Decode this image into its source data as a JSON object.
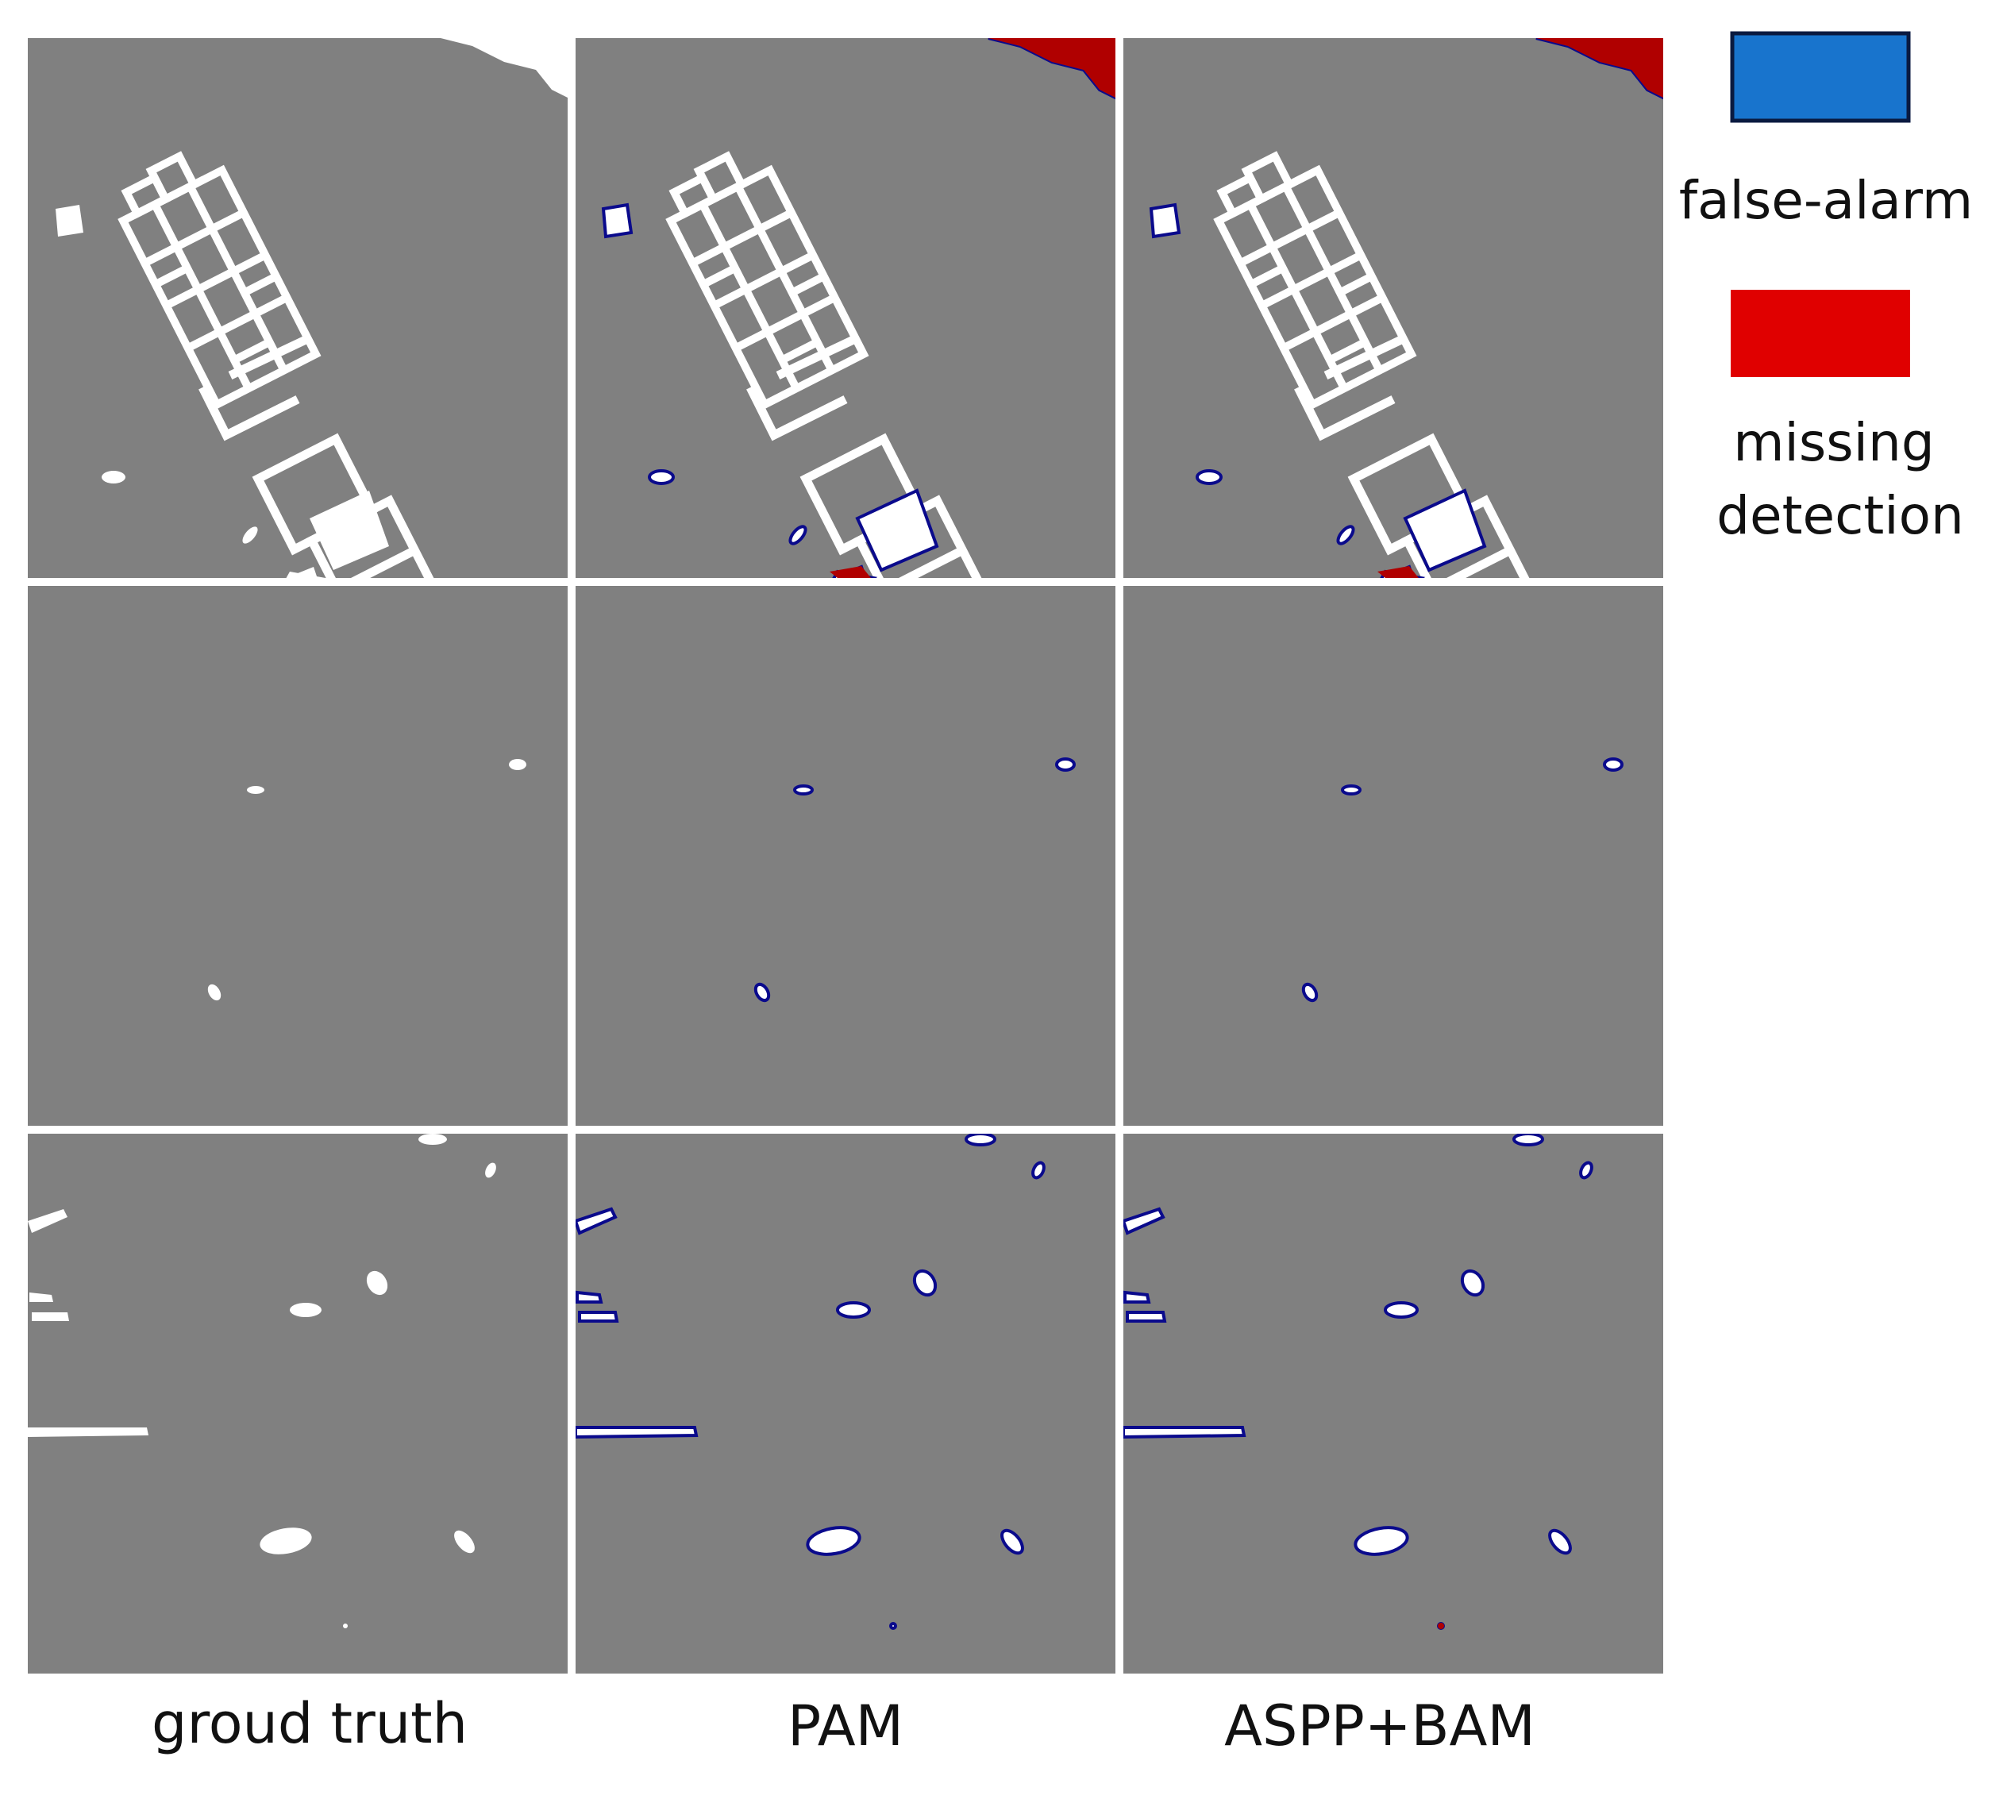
{
  "figure": {
    "columns": [
      {
        "label": "groud truth",
        "method": "gt"
      },
      {
        "label": "PAM",
        "method": "pam"
      },
      {
        "label": "ASPP+BAM",
        "method": "aspp"
      }
    ],
    "rows": 3
  },
  "legend": {
    "false_alarm": {
      "label": "false-alarm",
      "color": "#1874cd"
    },
    "missing_detection": {
      "label_line1": "missing",
      "label_line2": "detection",
      "color": "#e00000"
    }
  },
  "colors": {
    "background": "#808080",
    "foreground": "#ffffff",
    "false_alarm_outline": "#0a0a8c",
    "missing_region": "#b00000"
  }
}
